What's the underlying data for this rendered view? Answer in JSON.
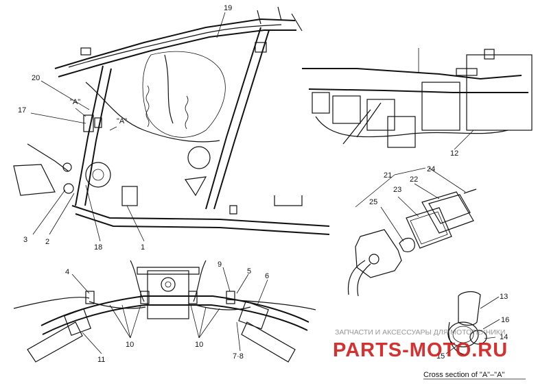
{
  "section_marker": "\"A\"",
  "callouts": {
    "c1": "1",
    "c2": "2",
    "c3": "3",
    "c4": "4",
    "c5": "5",
    "c6": "6",
    "c7_8": "7·8",
    "c9": "9",
    "c10a": "10",
    "c10b": "10",
    "c11": "11",
    "c12": "12",
    "c13": "13",
    "c14": "14",
    "c15": "15",
    "c16": "16",
    "c17": "17",
    "c18": "18",
    "c19": "19",
    "c20": "20",
    "c21": "21",
    "c22": "22",
    "c23": "23",
    "c24": "24",
    "c25": "25"
  },
  "caption": "Cross section of \"A\"–\"A\"",
  "watermark": {
    "line": "ЗАПЧАСТИ И АКСЕССУАРЫ ДЛЯ МОТОТЕХНИКИ",
    "brand": "PARTS-MOTO.RU",
    "color": "#d21b1b"
  }
}
